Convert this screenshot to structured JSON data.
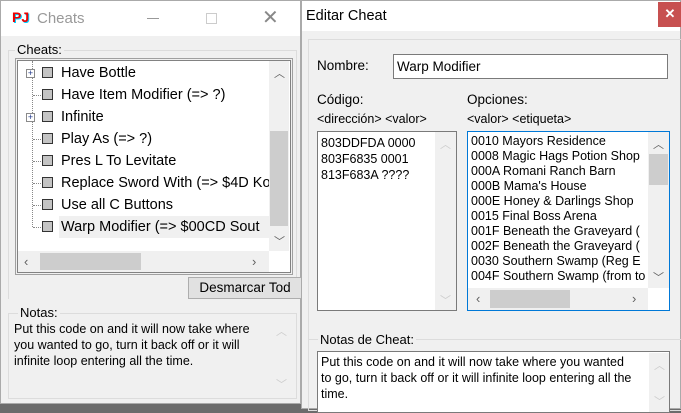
{
  "cheats_window": {
    "title": "Cheats",
    "logo": "PJ",
    "group_label": "Cheats:",
    "items": [
      {
        "label": "Have Bottle",
        "expandable": true
      },
      {
        "label": "Have Item Modifier (=> ?)",
        "expandable": false
      },
      {
        "label": "Infinite",
        "expandable": true
      },
      {
        "label": "Play As (=> ?)",
        "expandable": false
      },
      {
        "label": "Pres L To Levitate",
        "expandable": false
      },
      {
        "label": "Replace Sword With (=> $4D Ko",
        "expandable": false
      },
      {
        "label": "Use all C Buttons",
        "expandable": false
      },
      {
        "label": "Warp Modifier (=> $00CD Sout",
        "expandable": false,
        "selected": true
      }
    ],
    "unmark_button": "Desmarcar Tod",
    "notes_label": "Notas:",
    "notes_lines": [
      "Put this code on and it will now take where",
      "you wanted to go, turn it back off or it will",
      "infinite loop entering all the time."
    ]
  },
  "edit_window": {
    "title": "Editar Cheat",
    "close_color": "#c75050",
    "name_label": "Nombre:",
    "name_value": "Warp Modifier",
    "code_label": "Código:",
    "code_hint": "<dirección> <valor>",
    "code_lines": [
      "803DDFDA 0000",
      "803F6835 0001",
      "813F683A ????"
    ],
    "options_label": "Opciones:",
    "options_hint": "<valor> <etiqueta>",
    "options": [
      "0010 Mayors Residence",
      "0008 Magic Hags Potion Shop",
      "000A Romani Ranch Barn",
      "000B Mama's House",
      "000E Honey & Darlings Shop",
      "0015 Final Boss Arena",
      "001F Beneath the Graveyard (",
      "002F Beneath the Graveyard (",
      "0030 Southern Swamp (Reg E",
      "004F Southern Swamp (from to"
    ],
    "notes_label": "Notas de Cheat:",
    "notes_lines": [
      "Put this code on and it will now take where you wanted",
      "to go, turn it back off or it will infinite loop entering all the",
      "time."
    ]
  }
}
